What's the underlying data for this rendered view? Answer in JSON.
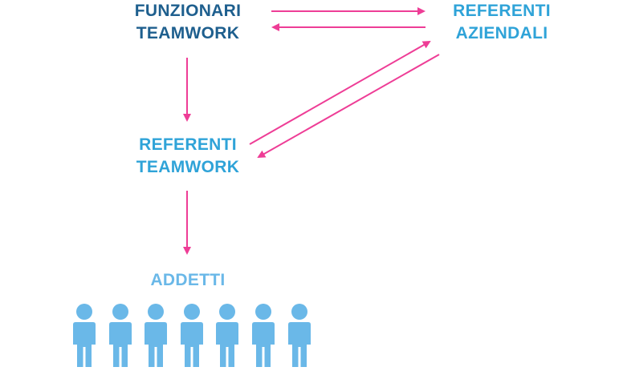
{
  "colors": {
    "top_node_text": "#1e5f8e",
    "node_text": "#2fa3d8",
    "addetti_text": "#6ab8e8",
    "arrow": "#ee3d96",
    "person": "#6ab8e8"
  },
  "nodes": {
    "funzionari": {
      "line1": "FUNZIONARI",
      "line2": "TEAMWORK"
    },
    "referenti_aziendali": {
      "line1": "REFERENTI",
      "line2": "AZIENDALI"
    },
    "referenti_teamwork": {
      "line1": "REFERENTI",
      "line2": "TEAMWORK"
    },
    "addetti": {
      "label": "ADDETTI"
    }
  },
  "people": {
    "count": 7,
    "icon": "person-icon"
  },
  "edges": [
    {
      "from": "funzionari",
      "to": "referenti_aziendali"
    },
    {
      "from": "referenti_aziendali",
      "to": "funzionari"
    },
    {
      "from": "funzionari",
      "to": "referenti_teamwork"
    },
    {
      "from": "referenti_teamwork",
      "to": "referenti_aziendali"
    },
    {
      "from": "referenti_aziendali",
      "to": "referenti_teamwork"
    },
    {
      "from": "referenti_teamwork",
      "to": "addetti"
    }
  ]
}
